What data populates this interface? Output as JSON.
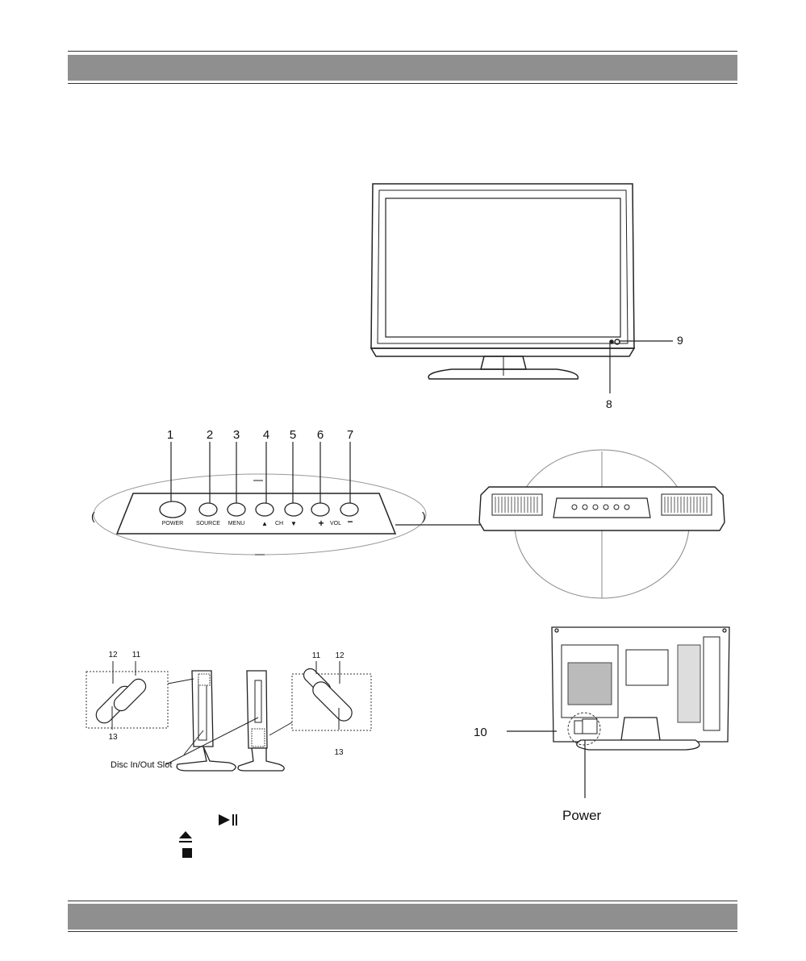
{
  "front_callouts": [
    "9",
    "8"
  ],
  "panel_numbers": [
    "1",
    "2",
    "3",
    "4",
    "5",
    "6",
    "7"
  ],
  "panel_labels": {
    "power": "POWER",
    "source": "SOURCE",
    "menu": "MENU",
    "ch": "CH",
    "vol": "VOL",
    "plus": "+",
    "minus": "−",
    "up": "▲",
    "down": "▼"
  },
  "side_callouts": {
    "left_top_a": "12",
    "left_top_b": "11",
    "left_bottom": "13",
    "right_top_a": "11",
    "right_top_b": "12",
    "right_bottom": "13"
  },
  "disc_slot_label": "Disc In/Out Slot",
  "rear_callout": "10",
  "power_label": "Power",
  "legend_icons": [
    "play-pause-icon",
    "eject-icon",
    "stop-icon"
  ],
  "colors": {
    "header_band": "#8f8f8f"
  }
}
